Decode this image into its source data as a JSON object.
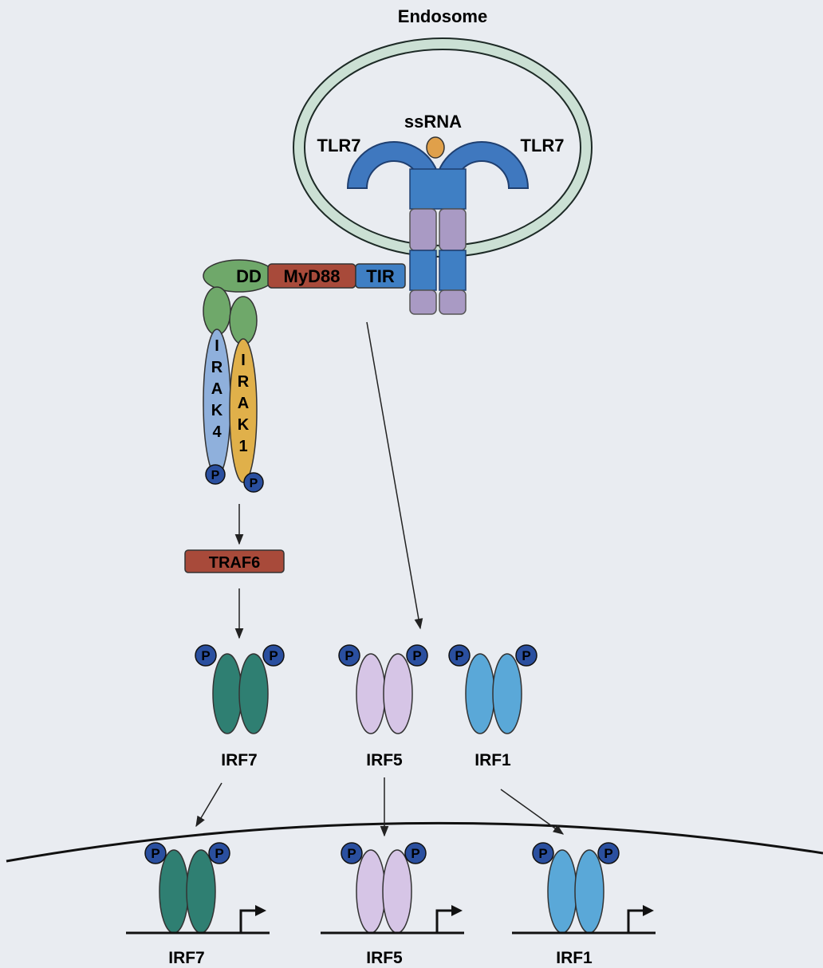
{
  "labels": {
    "endosome": "Endosome",
    "ssrna": "ssRNA",
    "tlr7_left": "TLR7",
    "tlr7_right": "TLR7",
    "dd": "DD",
    "myd88": "MyD88",
    "tir": "TIR",
    "irak4": [
      "I",
      "R",
      "A",
      "K",
      "4"
    ],
    "irak1": [
      "I",
      "R",
      "A",
      "K",
      "1"
    ],
    "traf6": "TRAF6",
    "phospho": "P",
    "irf7_cyto": "IRF7",
    "irf5_cyto": "IRF5",
    "irf1_cyto": "IRF1",
    "irf7_nuc": "IRF7",
    "irf5_nuc": "IRF5",
    "irf1_nuc": "IRF1"
  },
  "colors": {
    "background": "#e9ecf1",
    "endosome_ring": "#c9ddd2",
    "tlr7_blue": "#3f78bf",
    "ssrna_orange": "#e0a04a",
    "tlr_tm_lilac": "#a99ac4",
    "dd_green": "#6fa86a",
    "myd88_red": "#a84a3a",
    "tir_blue": "#3f7fc4",
    "irak4_blue": "#8fb0dc",
    "irak1_gold": "#e0b04a",
    "phospho_blue": "#2a4f9f",
    "irf7_teal": "#2f7f72",
    "irf5_lilac": "#d6c5e6",
    "irf1_blue": "#5aa8d8"
  }
}
